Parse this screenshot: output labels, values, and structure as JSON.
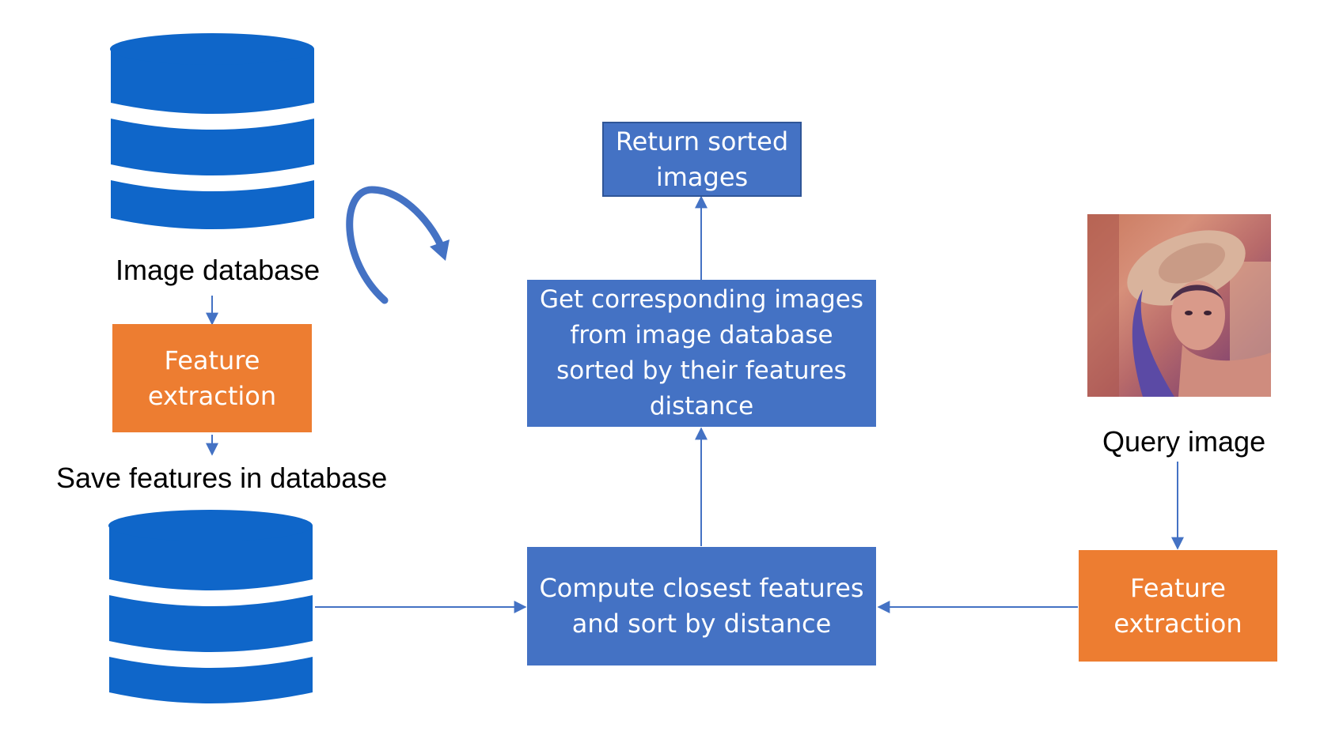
{
  "colors": {
    "box_blue": "#4472C4",
    "box_orange": "#ED7D31",
    "database_blue": "#0F66C9",
    "arrow": "#4472C4"
  },
  "left": {
    "image_database_label": "Image database",
    "feature_box": "Feature\nextraction",
    "save_label": "Save features in database"
  },
  "center": {
    "return_box": "Return sorted\nimages",
    "corresponding_box": "Get corresponding images\nfrom image database\nsorted by their features\ndistance",
    "compute_box": "Compute closest features\nand sort by distance"
  },
  "right": {
    "query_label": "Query image",
    "feature_box": "Feature\nextraction",
    "photo_icon": "portrait-photo-icon"
  },
  "icons": {
    "top_db": "database-icon",
    "bottom_db": "database-icon",
    "curved_arrow": "curved-arrow-icon"
  }
}
